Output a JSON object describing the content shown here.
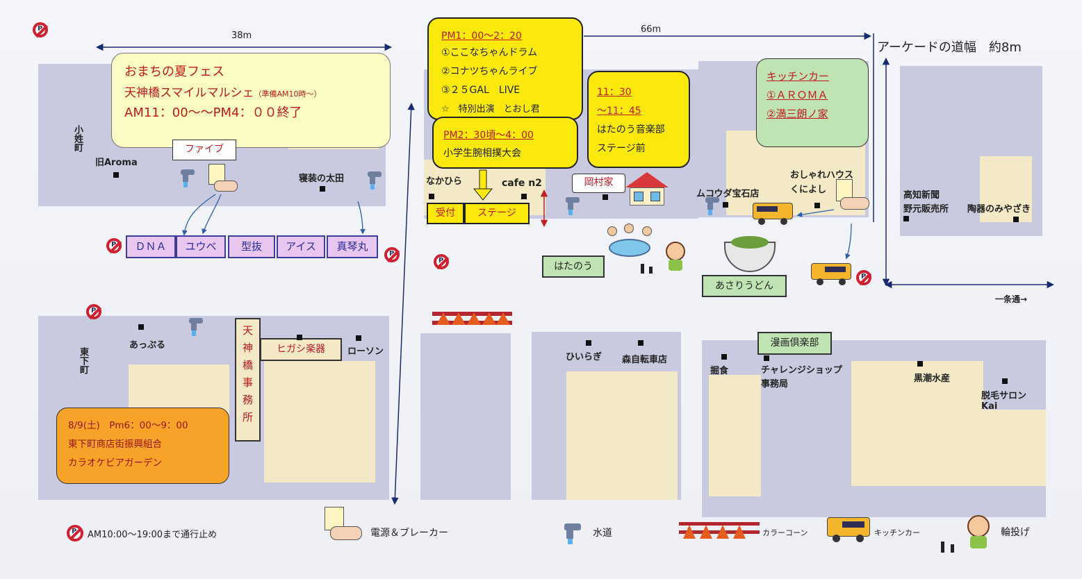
{
  "title_box": {
    "line1": "おまちの夏フェス",
    "line2": "天神橋スマイルマルシェ",
    "line2_small": "（準備AM10時〜）",
    "line3": "AM11：00〜〜PM4：００終了"
  },
  "dimensions": {
    "left": "38m",
    "right": "66m",
    "arcade": "アーケードの道幅　約8m"
  },
  "streets": {
    "kohimecho": "小姓町",
    "higashishita": "東下町",
    "ichijo": "一条通→"
  },
  "schedule1": {
    "time": "PM1：00〜2：20",
    "items": [
      "①ここなちゃんドラム",
      "②コナツちゃんライブ",
      "③２５GAL　LIVE",
      "☆　特別出演　とおし君"
    ]
  },
  "schedule2": {
    "time": "PM2：30頃〜4：00",
    "item": "小学生腕相撲大会"
  },
  "schedule3": {
    "time": "11：30",
    "time2": "〜11：45",
    "item1": "はたのう音楽部",
    "item2": "ステージ前"
  },
  "kitchen_car": {
    "title": "キッチンカー",
    "items": [
      "①ＡＲＯＭＡ",
      "②満三朗ノ家"
    ]
  },
  "evening": {
    "line1": "8/9(土)　Pm6：00〜9：00",
    "line2": "東下町商店街振興組合",
    "line3": "カラオケビアガーデン"
  },
  "stalls": [
    "ＤＮＡ",
    "ユウベ",
    "型抜",
    "アイス",
    "真琴丸"
  ],
  "places": {
    "aroma": "旧Aroma",
    "five": "ファイブ",
    "ota": "寝装の太田",
    "nakahira": "なかひら",
    "cafe": "cafe n2",
    "reception": "受付",
    "stage": "ステージ",
    "okamura": "岡村家",
    "mukouda": "ムコウダ宝石店",
    "oshare1": "おしゃれハウス",
    "oshare2": "くによし",
    "kochi1": "高知新聞",
    "kochi2": "野元販売所",
    "miyazaki": "陶器のみやざき",
    "hatanou": "はたのう",
    "asari": "あさりうどん",
    "apple": "あっぷる",
    "higashi_gakki": "ヒガシ楽器",
    "lawson": "ローソン",
    "jimusho": "天神橋事務所",
    "hiiragi": "ひいらぎ",
    "mori": "森自転車店",
    "horishoku": "掘食",
    "manga": "漫画倶楽部",
    "challenge1": "チャレンジショップ",
    "challenge2": "事務局",
    "kuroshio": "黒潮水産",
    "datsumo1": "脱毛サロン",
    "datsumo2": "Kai"
  },
  "legend": {
    "noparking": "AM10:00〜19:00まで通行止め",
    "power": "電源＆ブレーカー",
    "water": "水道",
    "cone": "カラーコーン",
    "kitchencar": "キッチンカー",
    "ringtoss": "輪投げ"
  },
  "colors": {
    "block": "#c9cadf",
    "building": "#f3e9c6",
    "yellow": "#fbe90e",
    "green": "#bfe3b2",
    "orange": "#f7a32a",
    "pink": "#e8c6ee",
    "title_box": "#fbfbc4"
  }
}
